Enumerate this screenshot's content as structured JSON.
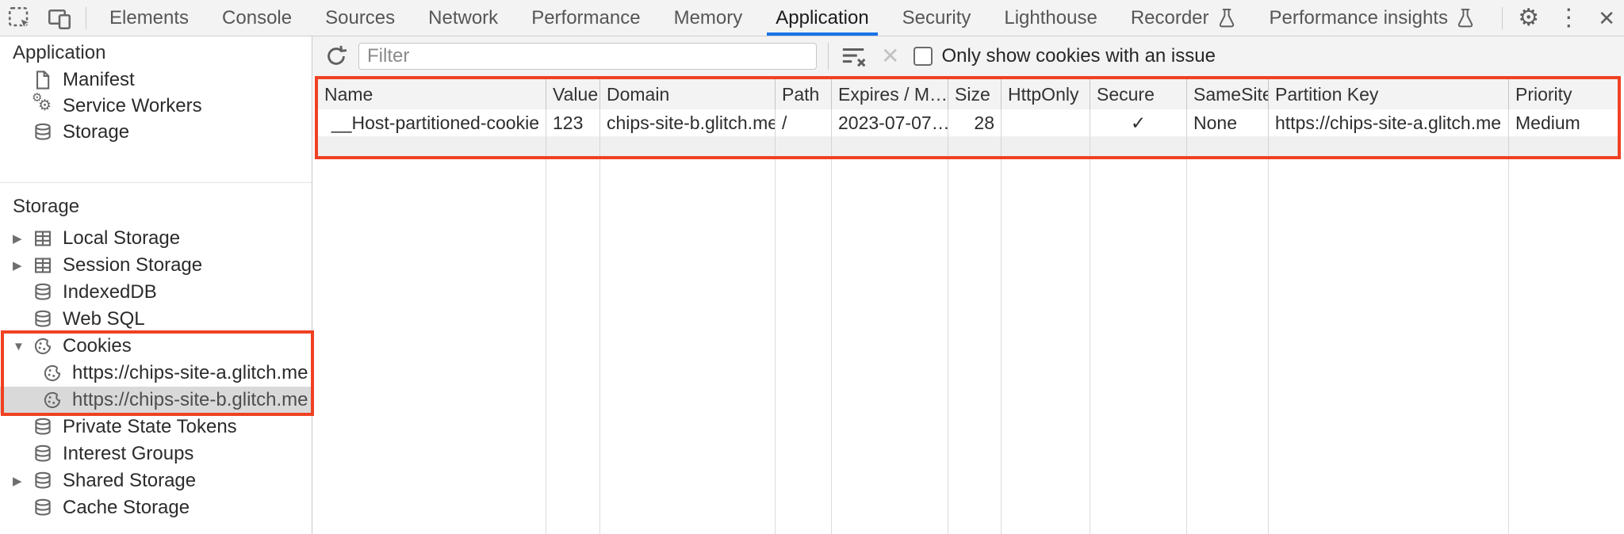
{
  "tab_bar": {
    "tabs": [
      "Elements",
      "Console",
      "Sources",
      "Network",
      "Performance",
      "Memory",
      "Application",
      "Security",
      "Lighthouse",
      "Recorder",
      "Performance insights"
    ],
    "active_tab": "Application"
  },
  "top_icons": {
    "gear": "⚙",
    "more": "⋮",
    "close": "✕"
  },
  "glyphs": {
    "collapsed": "▶",
    "expanded": "▼"
  },
  "sidebar": {
    "application_section": {
      "title": "Application",
      "items": [
        {
          "label": "Manifest"
        },
        {
          "label": "Service Workers"
        },
        {
          "label": "Storage"
        }
      ]
    },
    "storage_section": {
      "title": "Storage",
      "items": [
        {
          "label": "Local Storage"
        },
        {
          "label": "Session Storage"
        },
        {
          "label": "IndexedDB"
        },
        {
          "label": "Web SQL"
        },
        {
          "label": "Cookies"
        },
        {
          "label": "https://chips-site-a.glitch.me"
        },
        {
          "label": "https://chips-site-b.glitch.me"
        },
        {
          "label": "Private State Tokens"
        },
        {
          "label": "Interest Groups"
        },
        {
          "label": "Shared Storage"
        },
        {
          "label": "Cache Storage"
        }
      ],
      "selected_item": "https://chips-site-b.glitch.me"
    }
  },
  "toolbar": {
    "filter_placeholder": "Filter",
    "filter_value": "",
    "only_issue_label": "Only show cookies with an issue",
    "checkbox_checked": false
  },
  "cookie_table": {
    "columns": [
      "Name",
      "Value",
      "Domain",
      "Path",
      "Expires / M…",
      "Size",
      "HttpOnly",
      "Secure",
      "SameSite",
      "Partition Key",
      "Priority"
    ],
    "rows": [
      {
        "name": "__Host-partitioned-cookie",
        "value": "123",
        "domain": "chips-site-b.glitch.me",
        "path": "/",
        "expires": "2023-07-07…",
        "size": "28",
        "httponly": "",
        "secure": "✓",
        "samesite": "None",
        "partition_key": "https://chips-site-a.glitch.me",
        "priority": "Medium"
      }
    ]
  },
  "colors": {
    "accent_blue": "#1a73e8",
    "annotation_red": "#ef4123",
    "selection_gray": "#d9d9d9"
  }
}
